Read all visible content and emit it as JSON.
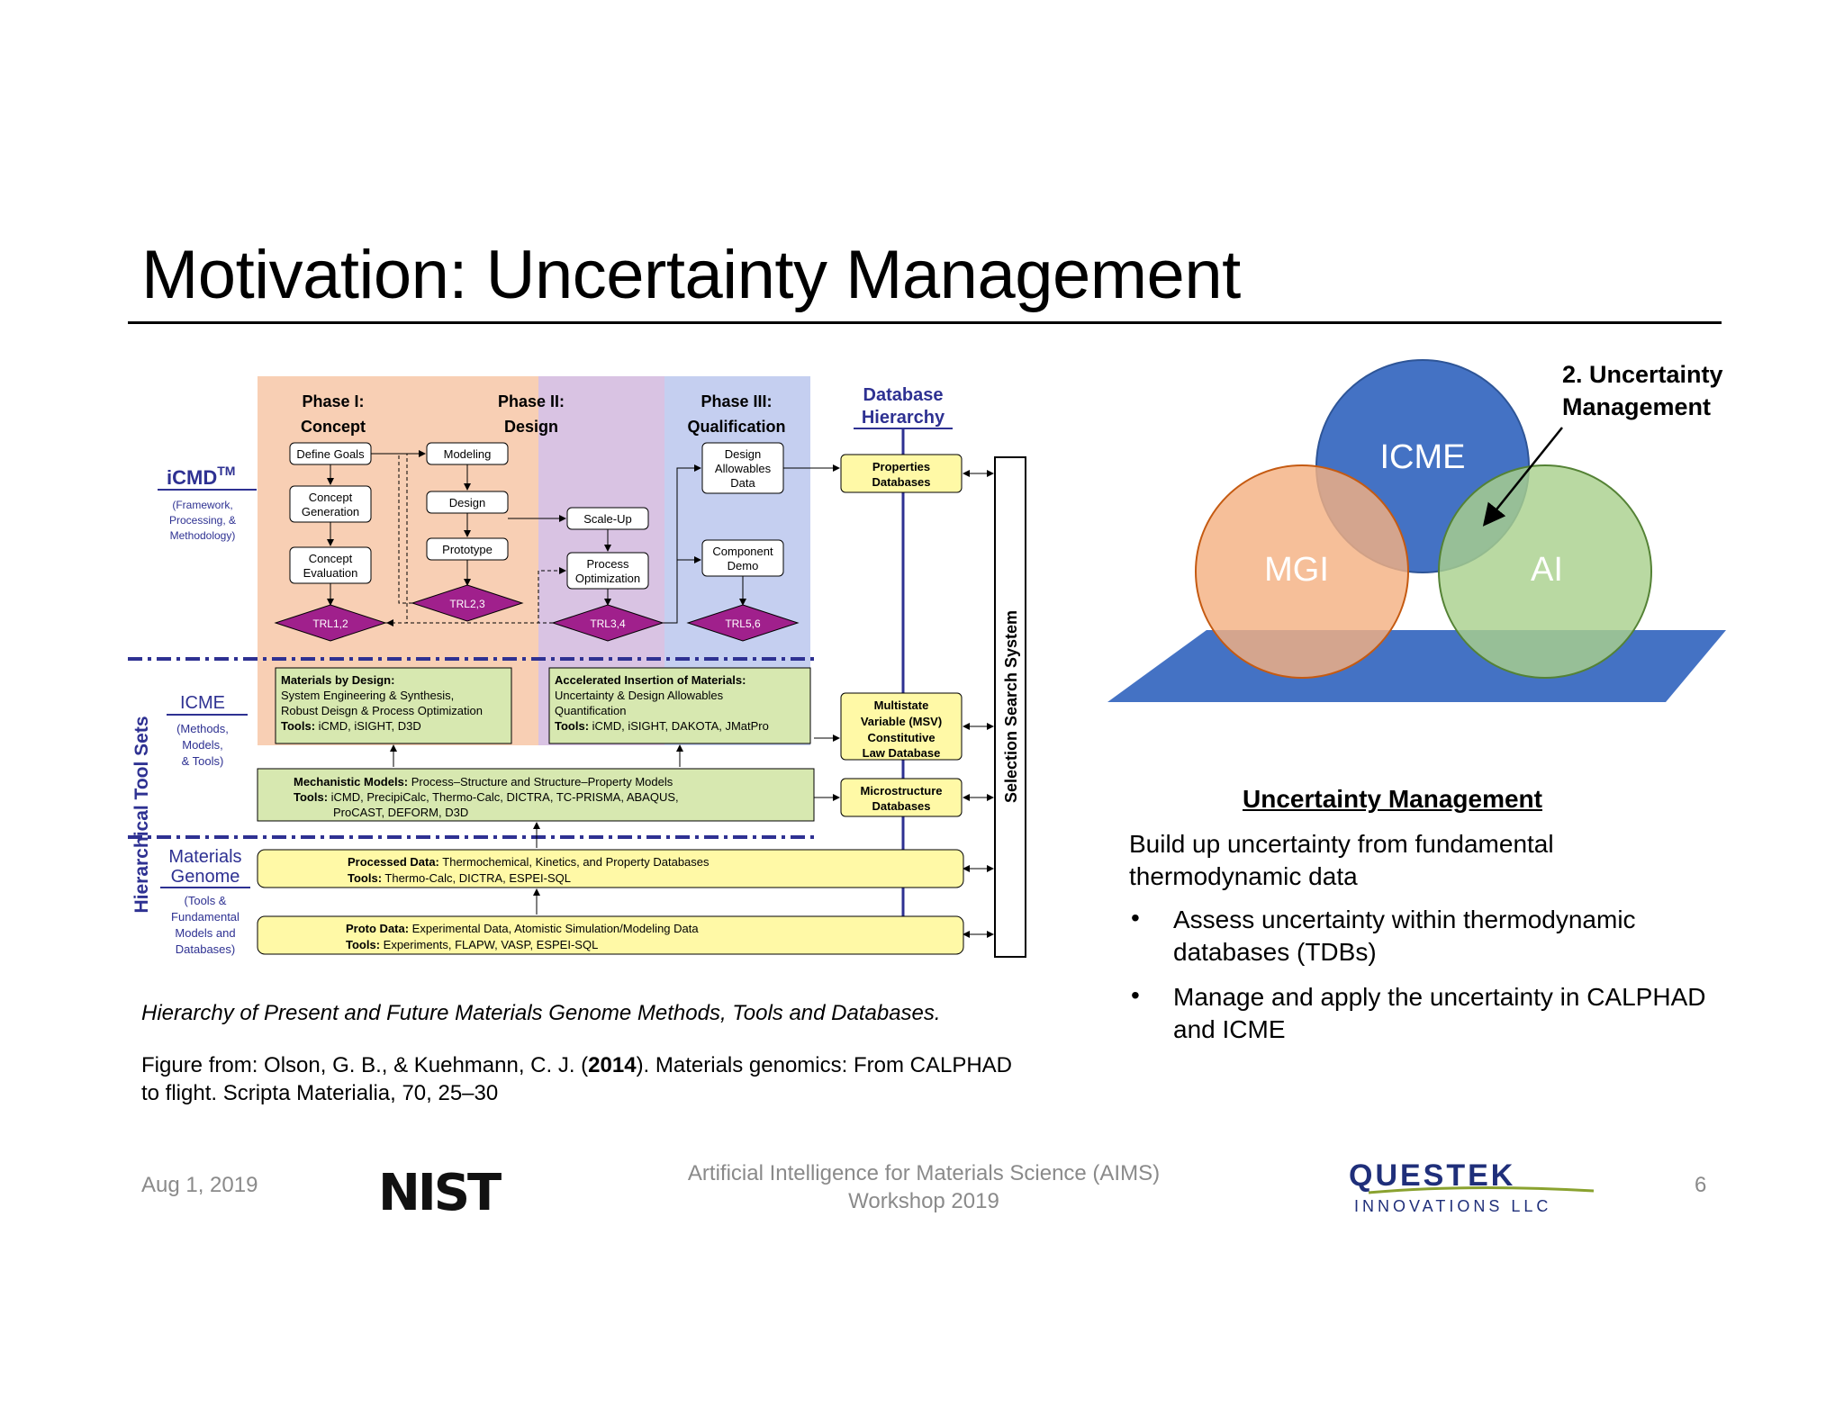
{
  "slide": {
    "title": "Motivation: Uncertainty Management",
    "caption": "Hierarchy of Present and Future Materials Genome Methods, Tools and Databases.",
    "citation_pre": "Figure from: Olson, G. B., & Kuehmann, C. J. (",
    "citation_year": "2014",
    "citation_post": "). Materials genomics: From CALPHAD to flight. Scripta Materialia, 70, 25–30"
  },
  "figure": {
    "phase1": {
      "line1": "Phase I:",
      "line2": "Concept"
    },
    "phase2": {
      "line1": "Phase II:",
      "line2": "Design"
    },
    "phase3": {
      "line1": "Phase III:",
      "line2": "Qualification"
    },
    "db_hierarchy": {
      "line1": "Database",
      "line2": "Hierarchy"
    },
    "icmd": {
      "title": "iCMD",
      "tm": "TM",
      "l1": "(Framework,",
      "l2": "Processing, &",
      "l3": "Methodology)"
    },
    "icme_label": {
      "title": "ICME",
      "l1": "(Methods,",
      "l2": "Models,",
      "l3": "& Tools)"
    },
    "mg_label": {
      "t1": "Materials",
      "t2": "Genome",
      "l1": "(Tools &",
      "l2": "Fundamental",
      "l3": "Models and",
      "l4": "Databases)"
    },
    "hier_tool_sets": "Hierarchical Tool Sets",
    "selection_search": "Selection Search System",
    "boxes": {
      "define_goals": "Define Goals",
      "concept_gen_1": "Concept",
      "concept_gen_2": "Generation",
      "concept_eval_1": "Concept",
      "concept_eval_2": "Evaluation",
      "modeling": "Modeling",
      "design": "Design",
      "prototype": "Prototype",
      "scale_up": "Scale-Up",
      "process_opt_1": "Process",
      "process_opt_2": "Optimization",
      "design_allow_1": "Design",
      "design_allow_2": "Allowables",
      "design_allow_3": "Data",
      "component_demo_1": "Component",
      "component_demo_2": "Demo",
      "trl12": "TRL1,2",
      "trl23": "TRL2,3",
      "trl34": "TRL3,4",
      "trl56": "TRL5,6",
      "props_db_1": "Properties",
      "props_db_2": "Databases",
      "msv_1": "Multistate",
      "msv_2": "Variable (MSV)",
      "msv_3": "Constitutive",
      "msv_4": "Law Database",
      "micro_db_1": "Microstructure",
      "micro_db_2": "Databases"
    },
    "mbd": {
      "head": "Materials by Design:",
      "l1": "System Engineering & Synthesis,",
      "l2": "Robust Deisgn & Process Optimization",
      "tools_label": "Tools:",
      "tools": " iCMD, iSIGHT, D3D"
    },
    "aim": {
      "head": "Accelerated Insertion of Materials:",
      "l1": "Uncertainty & Design Allowables",
      "l2": "Quantification",
      "tools_label": "Tools:",
      "tools": " iCMD, iSIGHT, DAKOTA, JMatPro"
    },
    "mech": {
      "head": "Mechanistic Models:",
      "head_rest": " Process–Structure and Structure–Property Models",
      "tools_label": "Tools:",
      "tools": " iCMD, PrecipiCalc, Thermo-Calc, DICTRA, TC-PRISMA, ABAQUS,",
      "tools2": "ProCAST, DEFORM, D3D"
    },
    "processed": {
      "head": "Processed Data:",
      "head_rest": " Thermochemical, Kinetics, and Property Databases",
      "tools_label": "Tools:",
      "tools": " Thermo-Calc, DICTRA, ESPEI-SQL"
    },
    "proto": {
      "head": "Proto Data:",
      "head_rest": " Experimental Data, Atomistic Simulation/Modeling Data",
      "tools_label": "Tools:",
      "tools": " Experiments, FLAPW, VASP, ESPEI-SQL"
    }
  },
  "venn": {
    "icme": "ICME",
    "mgi": "MGI",
    "ai": "AI",
    "annotation_l1": "2. Uncertainty",
    "annotation_l2": "Management",
    "colors": {
      "icme": "#4472c4",
      "mgi": "#f4b183",
      "ai": "#a9d18e",
      "plane": "#4472c4"
    }
  },
  "uncertainty": {
    "heading": "Uncertainty Management",
    "intro": "Build up uncertainty from fundamental thermodynamic data",
    "bullets": [
      "Assess uncertainty within thermodynamic databases (TDBs)",
      "Manage and apply the uncertainty in CALPHAD and ICME"
    ]
  },
  "footer": {
    "date": "Aug 1, 2019",
    "nist": "NIST",
    "venue_l1": "Artificial Intelligence for Materials Science (AIMS)",
    "venue_l2": "Workshop 2019",
    "questek": "QUESTEK",
    "questek_sub": "INNOVATIONS LLC",
    "page": "6"
  }
}
